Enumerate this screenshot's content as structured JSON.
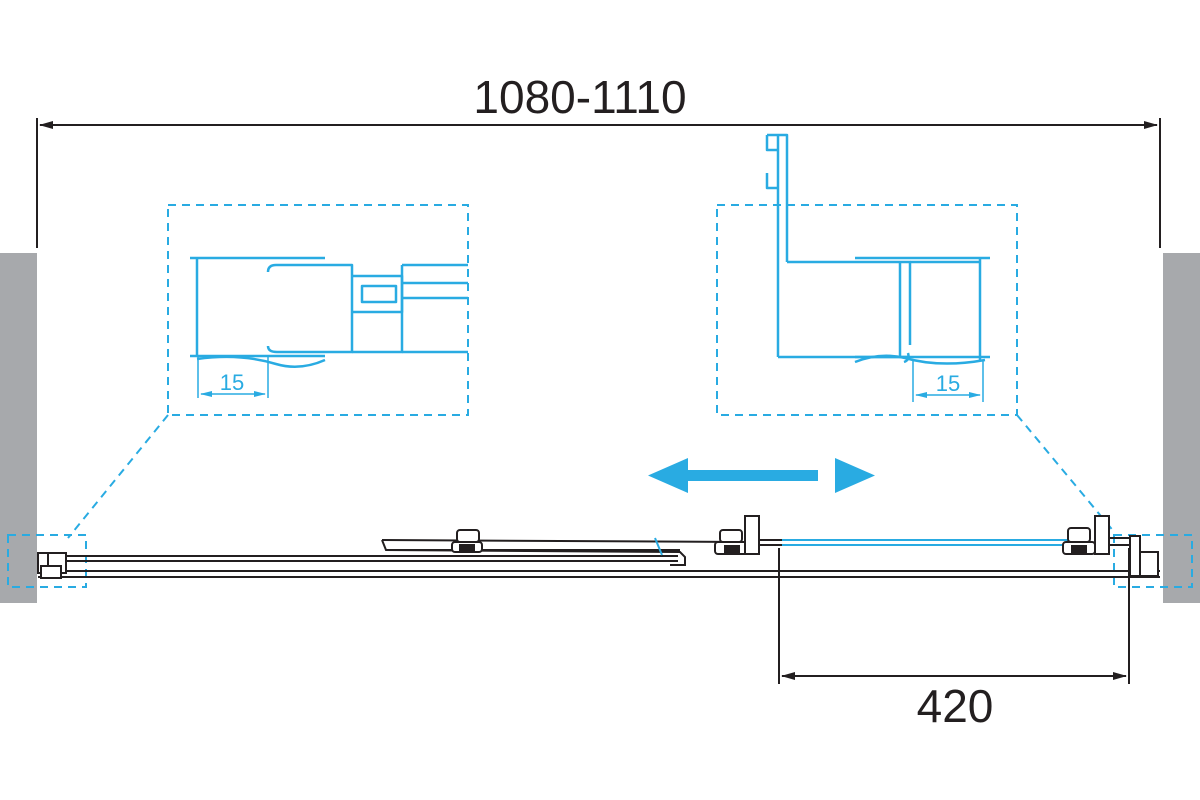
{
  "dimensions": {
    "overall_width": "1080-1110",
    "opening": "420",
    "detail_left_gap": "15",
    "detail_right_gap": "15"
  },
  "colors": {
    "line": "#231f20",
    "profile": "#29abe2",
    "arrow": "#29abe2",
    "wall": "#a7a9ac"
  },
  "icons": {
    "movement": "double-arrow-icon"
  }
}
